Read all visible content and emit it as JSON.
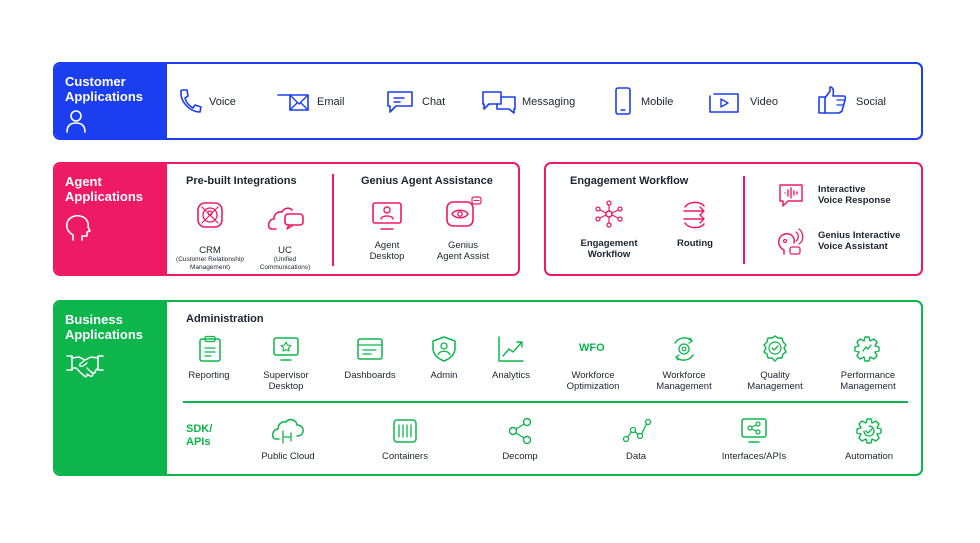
{
  "colors": {
    "customer": "#1a3ef0",
    "agent": "#ef1a64",
    "business": "#0db54c",
    "text": "#1b2430"
  },
  "customer": {
    "title_line1": "Customer",
    "title_line2": "Applications",
    "icon": "person-icon",
    "channels": [
      {
        "label": "Voice",
        "icon": "phone-icon"
      },
      {
        "label": "Email",
        "icon": "email-icon"
      },
      {
        "label": "Chat",
        "icon": "chat-icon"
      },
      {
        "label": "Messaging",
        "icon": "messaging-icon"
      },
      {
        "label": "Mobile",
        "icon": "mobile-icon"
      },
      {
        "label": "Video",
        "icon": "video-icon"
      },
      {
        "label": "Social",
        "icon": "thumbs-up-icon"
      }
    ]
  },
  "agent": {
    "title_line1": "Agent",
    "title_line2": "Applications",
    "icon": "head-icon",
    "prebuilt": {
      "title": "Pre-built Integrations",
      "items": [
        {
          "label": "CRM",
          "sub1": "(Customer Relationship",
          "sub2": "Management)",
          "icon": "crm-icon"
        },
        {
          "label": "UC",
          "sub1": "(Unified",
          "sub2": "Communications)",
          "icon": "cloud-chat-icon"
        }
      ]
    },
    "genius": {
      "title": "Genius Agent Assistance",
      "items": [
        {
          "line1": "Agent",
          "line2": "Desktop",
          "icon": "agent-desktop-icon"
        },
        {
          "line1": "Genius",
          "line2": "Agent Assist",
          "icon": "eye-assist-icon"
        }
      ]
    },
    "engagement": {
      "title": "Engagement Workflow",
      "items": [
        {
          "line1": "Engagement",
          "line2": "Workflow",
          "icon": "network-icon"
        },
        {
          "line1": "Routing",
          "line2": "",
          "icon": "routing-icon"
        }
      ],
      "ivr": [
        {
          "line1": "Interactive",
          "line2": "Voice Response",
          "icon": "voice-wave-icon"
        },
        {
          "line1": "Genius Interactive",
          "line2": "Voice Assistant",
          "icon": "voice-assistant-icon"
        }
      ]
    }
  },
  "business": {
    "title_line1": "Business",
    "title_line2": "Applications",
    "icon": "handshake-icon",
    "admin_title": "Administration",
    "admin_items": [
      {
        "line1": "Reporting",
        "line2": "",
        "icon": "clipboard-icon"
      },
      {
        "line1": "Supervisor",
        "line2": "Desktop",
        "icon": "supervisor-monitor-icon"
      },
      {
        "line1": "Dashboards",
        "line2": "",
        "icon": "dashboard-icon"
      },
      {
        "line1": "Admin",
        "line2": "",
        "icon": "admin-shield-icon"
      },
      {
        "line1": "Analytics",
        "line2": "",
        "icon": "analytics-chart-icon"
      },
      {
        "line1": "Workforce",
        "line2": "Optimization",
        "icon": "wfo-text-icon",
        "badge": "WFO"
      },
      {
        "line1": "Workforce",
        "line2": "Management",
        "icon": "gear-cycle-icon"
      },
      {
        "line1": "Quality",
        "line2": "Management",
        "icon": "quality-badge-icon"
      },
      {
        "line1": "Performance",
        "line2": "Management",
        "icon": "performance-gear-icon"
      }
    ],
    "sdk_title_line1": "SDK/",
    "sdk_title_line2": "APIs",
    "sdk_items": [
      {
        "label": "Public Cloud",
        "icon": "cloud-icon"
      },
      {
        "label": "Containers",
        "icon": "container-icon"
      },
      {
        "label": "Decomp",
        "icon": "share-nodes-icon"
      },
      {
        "label": "Data",
        "icon": "data-line-icon"
      },
      {
        "label": "Interfaces/APIs",
        "icon": "api-monitor-icon"
      },
      {
        "label": "Automation",
        "icon": "automation-gear-icon"
      }
    ]
  }
}
